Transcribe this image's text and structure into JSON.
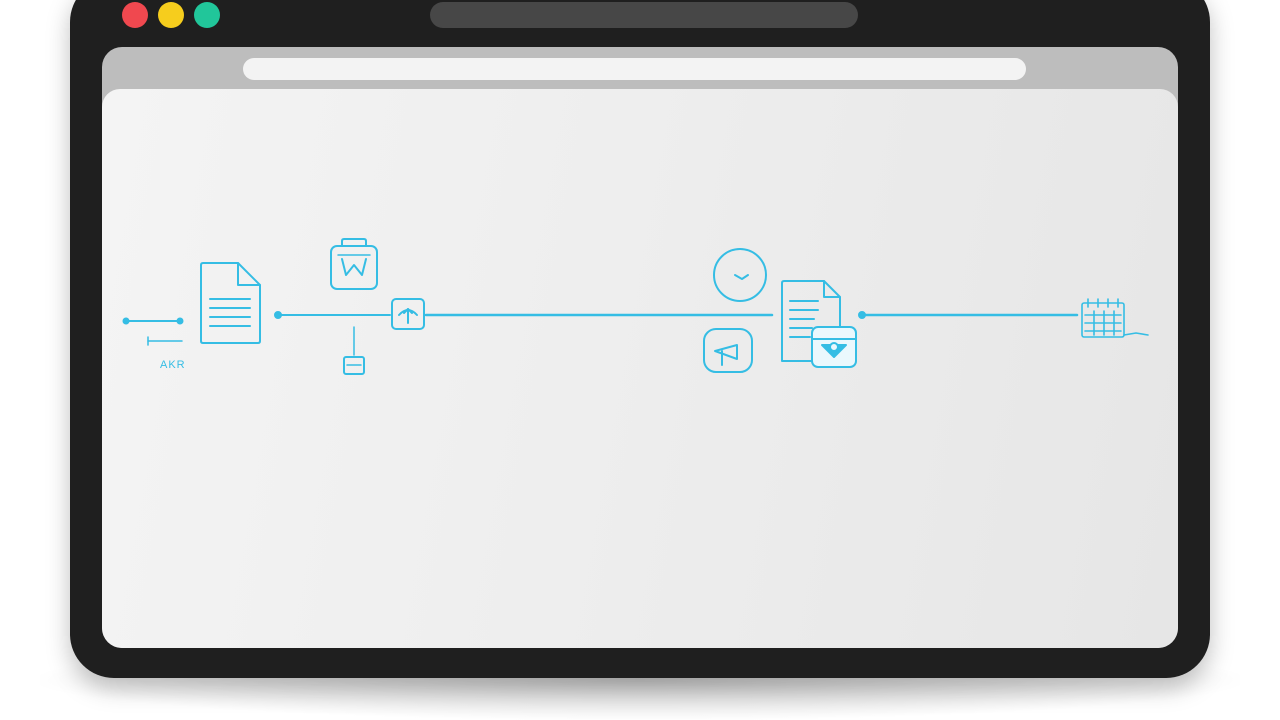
{
  "window": {
    "controls": [
      {
        "name": "close",
        "color": "#f0484f"
      },
      {
        "name": "minimize",
        "color": "#f6cd1d"
      },
      {
        "name": "maximize",
        "color": "#21c69a"
      }
    ],
    "address_bar": {
      "value": "",
      "placeholder": ""
    }
  },
  "workflow": {
    "accent_color": "#35bde4",
    "start_label": "AKR",
    "nodes": [
      {
        "icon": "document-icon"
      },
      {
        "icon": "shopping-bag-icon"
      },
      {
        "icon": "upload-arrow-icon"
      },
      {
        "icon": "small-package-icon"
      },
      {
        "icon": "clock-icon"
      },
      {
        "icon": "chat-bubble-icon"
      },
      {
        "icon": "document-stack-icon"
      },
      {
        "icon": "approval-badge-icon"
      },
      {
        "icon": "calendar-chart-icon"
      }
    ]
  }
}
